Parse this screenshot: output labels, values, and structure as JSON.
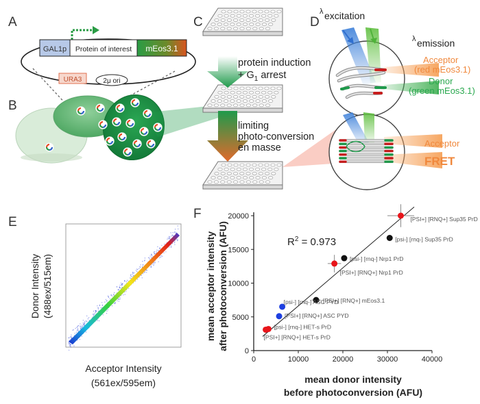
{
  "panel_labels": {
    "a": "A",
    "b": "B",
    "c": "C",
    "d": "D",
    "e": "E",
    "f": "F"
  },
  "panel_a": {
    "promoter": "GAL1p",
    "gene": "Protein of interest",
    "tag": "mEos3.1",
    "marker": "URA3",
    "origin": "2μ ori"
  },
  "panel_c": {
    "step1_line1": "protein induction",
    "step1_line2": "+ G",
    "step1_sub": "1",
    "step1_line2b": " arrest",
    "step2_line1": "limiting",
    "step2_line2": "photo-conversion",
    "step2_line3": "en masse"
  },
  "panel_d": {
    "excitation": "excitation",
    "emission": "emission",
    "lambda": "λ",
    "acceptor_label": "Acceptor",
    "acceptor_desc": "(red mEos3.1)",
    "donor_label": "Donor",
    "donor_desc": "(green mEos3.1)",
    "acceptor_label2": "Acceptor",
    "fret": "FRET"
  },
  "panel_e": {
    "ylabel1": "Donor Intensity",
    "ylabel2": "(488ex/515em)",
    "xlabel1": "Acceptor Intensity",
    "xlabel2": "(561ex/595em)"
  },
  "colors": {
    "green": "#1f9a4b",
    "orange": "#e26a2c",
    "red": "#e8151b",
    "blue": "#1d3fe0",
    "black": "#111111",
    "acceptor_text": "#f0883c",
    "donor_text": "#2aa84f"
  },
  "chart_data": {
    "type": "scatter",
    "xlabel_line1": "mean donor intensity",
    "xlabel_line2": "before photoconversion (AFU)",
    "ylabel_line1": "mean acceptor intensity",
    "ylabel_line2": "after photoconversion (AFU)",
    "xlim": [
      0,
      40000
    ],
    "ylim": [
      0,
      20000
    ],
    "xticks": [
      0,
      10000,
      20000,
      30000,
      40000
    ],
    "yticks": [
      0,
      5000,
      10000,
      15000,
      20000
    ],
    "r2_prefix": "R",
    "r2_sup": "2",
    "r2_value": " = 0.973",
    "fit_line": {
      "x": [
        2000,
        36000
      ],
      "y": [
        2100,
        21300
      ]
    },
    "points": [
      {
        "label": "[PSI+] [RNQ+] Sup35 PrD",
        "x": 33000,
        "y": 20000,
        "color": "red",
        "xerr": 3000,
        "yerr": 1700
      },
      {
        "label": "[psi-] [rnq-] Sup35 PrD",
        "x": 30500,
        "y": 16700,
        "color": "black",
        "xerr": 0,
        "yerr": 0
      },
      {
        "label": "[psi-] [rnq-] Nrp1 PrD",
        "x": 20300,
        "y": 13700,
        "color": "black",
        "xerr": 0,
        "yerr": 0
      },
      {
        "label": "[PSI+] [RNQ+] Nrp1 PrD",
        "x": 18100,
        "y": 12900,
        "color": "red",
        "xerr": 1500,
        "yerr": 1300
      },
      {
        "label": "[PSI+] [RNQ+] mEos3.1",
        "x": 14000,
        "y": 7500,
        "color": "black",
        "xerr": 1000,
        "yerr": 0
      },
      {
        "label": "[psi-] [rnq-] ASC PYD",
        "x": 6400,
        "y": 6500,
        "color": "blue",
        "xerr": 0,
        "yerr": 0
      },
      {
        "label": "[PSI+] [RNQ+] ASC PYD",
        "x": 5700,
        "y": 5100,
        "color": "blue",
        "xerr": 0,
        "yerr": 0
      },
      {
        "label": "[psi-] [rnq-] HET-s PrD",
        "x": 3300,
        "y": 3200,
        "color": "red",
        "xerr": 0,
        "yerr": 0
      },
      {
        "label": "[PSI+] [RNQ+] HET-s PrD",
        "x": 2700,
        "y": 3100,
        "color": "red",
        "xerr": 0,
        "yerr": 0
      }
    ]
  }
}
